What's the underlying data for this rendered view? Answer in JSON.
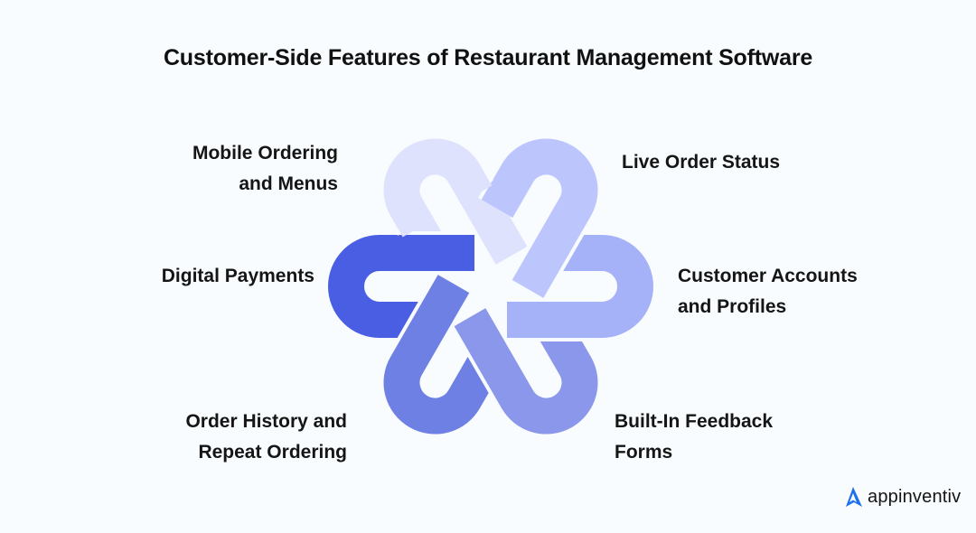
{
  "title": "Customer-Side Features of Restaurant Management Software",
  "features": [
    {
      "label_line1": "Mobile Ordering",
      "label_line2": "and Menus",
      "color": "#dfe2fd"
    },
    {
      "label_line1": "Live Order Status",
      "label_line2": "",
      "color": "#bcc6fd"
    },
    {
      "label_line1": "Customer Accounts",
      "label_line2": "and Profiles",
      "color": "#a6b2f7"
    },
    {
      "label_line1": "Built-In Feedback",
      "label_line2": "Forms",
      "color": "#8a97eb"
    },
    {
      "label_line1": "Order History and",
      "label_line2": "Repeat Ordering",
      "color": "#6f80e5"
    },
    {
      "label_line1": "Digital Payments",
      "label_line2": "",
      "color": "#4a5ee3"
    }
  ],
  "logo": {
    "text": "appinventiv",
    "color": "#1d6ff2"
  },
  "background": "#f8fcfe"
}
